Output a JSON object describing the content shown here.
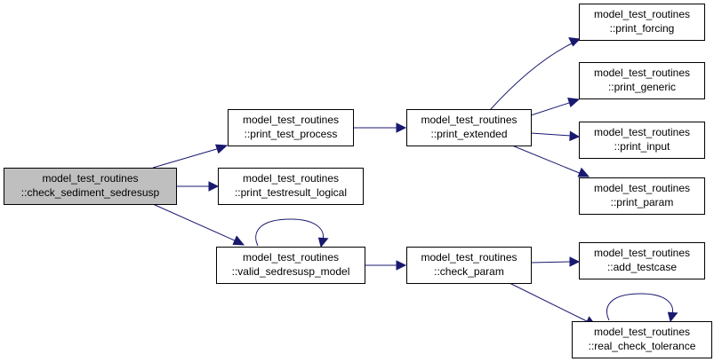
{
  "nodes": {
    "check_sediment_sedresusp": {
      "line1": "model_test_routines",
      "line2": "::check_sediment_sedresusp"
    },
    "print_test_process": {
      "line1": "model_test_routines",
      "line2": "::print_test_process"
    },
    "print_testresult_logical": {
      "line1": "model_test_routines",
      "line2": "::print_testresult_logical"
    },
    "valid_sedresusp_model": {
      "line1": "model_test_routines",
      "line2": "::valid_sedresusp_model"
    },
    "print_extended": {
      "line1": "model_test_routines",
      "line2": "::print_extended"
    },
    "check_param": {
      "line1": "model_test_routines",
      "line2": "::check_param"
    },
    "print_forcing": {
      "line1": "model_test_routines",
      "line2": "::print_forcing"
    },
    "print_generic": {
      "line1": "model_test_routines",
      "line2": "::print_generic"
    },
    "print_input": {
      "line1": "model_test_routines",
      "line2": "::print_input"
    },
    "print_param": {
      "line1": "model_test_routines",
      "line2": "::print_param"
    },
    "add_testcase": {
      "line1": "model_test_routines",
      "line2": "::add_testcase"
    },
    "real_check_tolerance": {
      "line1": "model_test_routines",
      "line2": "::real_check_tolerance"
    }
  },
  "colors": {
    "edge": "#191970",
    "root_fill": "#bfbfbf",
    "node_fill": "#ffffff",
    "border": "#000000"
  }
}
